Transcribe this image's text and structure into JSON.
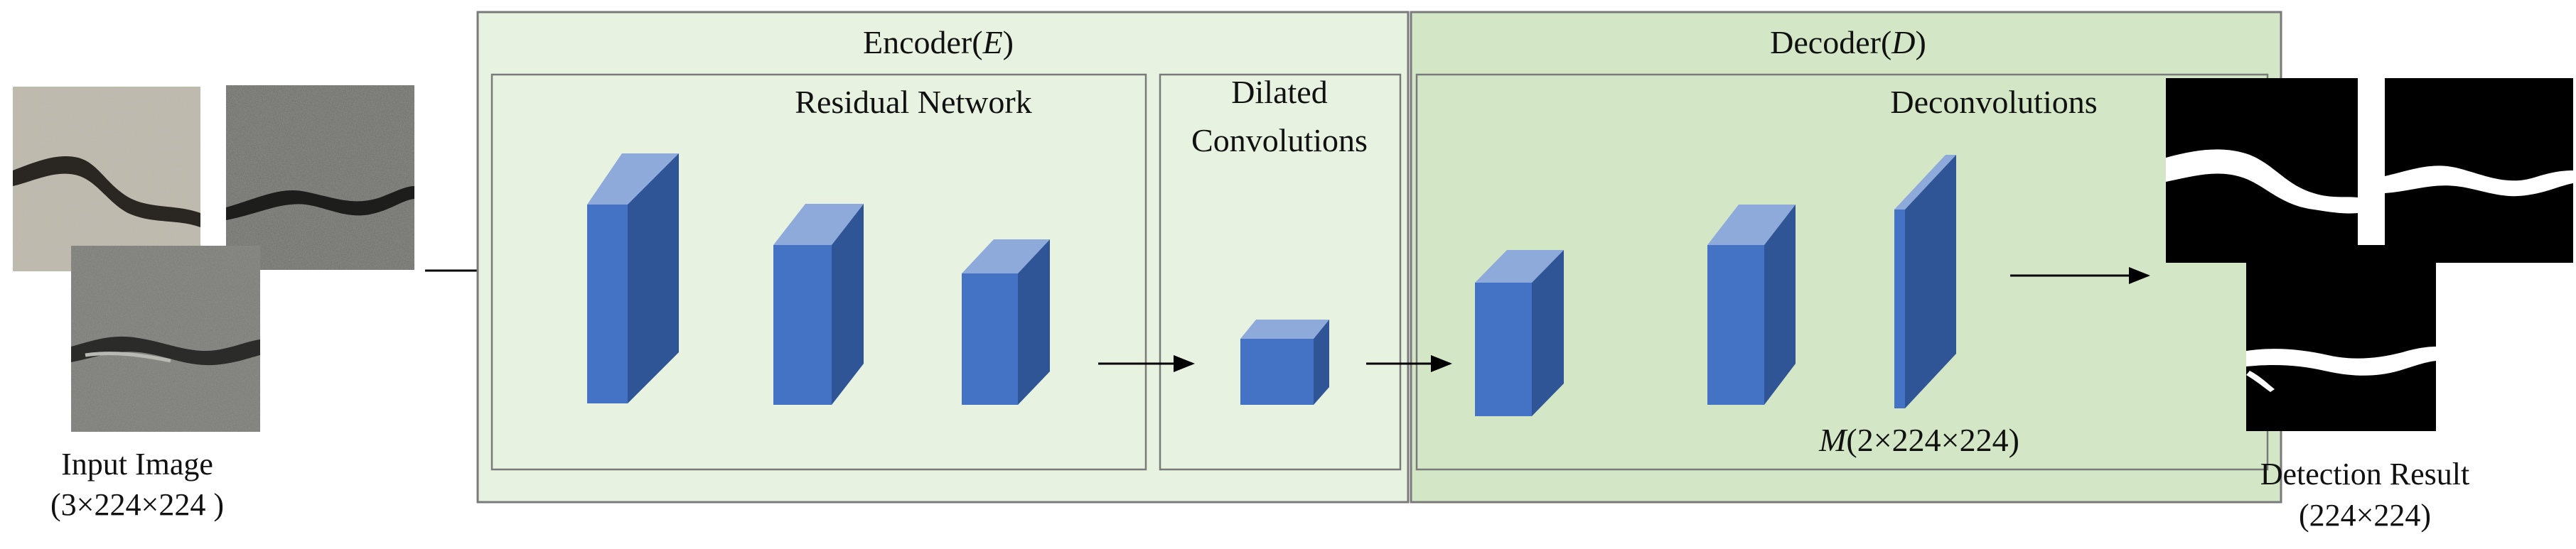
{
  "input": {
    "label": "Input Image",
    "dims": "(3×224×224 )"
  },
  "encoder": {
    "title_prefix": "Encoder(",
    "title_symbol": "E",
    "title_suffix": ")",
    "residual_label": "Residual Network",
    "dilated_label_line1": "Dilated",
    "dilated_label_line2": "Convolutions"
  },
  "decoder": {
    "title_prefix": "Decoder(",
    "title_symbol": "D",
    "title_suffix": ")",
    "deconv_label": "Deconvolutions",
    "output_symbol": "M",
    "output_dims": "(2×224×224)"
  },
  "output": {
    "label": "Detection Result",
    "dims": "(224×224)"
  },
  "colors": {
    "encoder_panel": "#e8f2e1",
    "decoder_panel": "#d3e7c6",
    "panel_stroke": "#7a7a7a",
    "block_front": "#4472c4",
    "block_top": "#8eaadb",
    "block_side": "#2f5597"
  }
}
